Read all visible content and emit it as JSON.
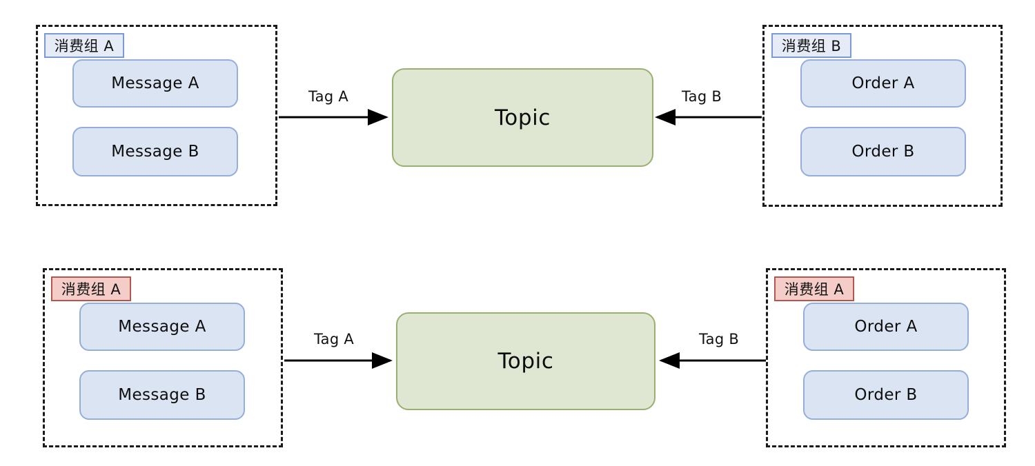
{
  "diagram": {
    "title": "RocketMQ consumer group and tag routing diagram",
    "colors": {
      "group_border": "#1a1a1a",
      "label_blue_fill": "#e6ecf7",
      "label_blue_border": "#7b9ad4",
      "label_pink_fill": "#f4cdc8",
      "label_pink_border": "#b45550",
      "item_fill": "#dbe4f3",
      "item_border": "#94aed9",
      "topic_fill": "#dfe7d3",
      "topic_border": "#98b06f",
      "arrow": "#000000"
    },
    "rows": [
      {
        "id": "row-top",
        "left_group": {
          "label": "消费组 A",
          "label_style": "blue",
          "items": [
            "Message A",
            "Message B"
          ]
        },
        "left_arrow": {
          "label": "Tag A",
          "direction": "right"
        },
        "topic": {
          "label": "Topic"
        },
        "right_arrow": {
          "label": "Tag B",
          "direction": "left"
        },
        "right_group": {
          "label": "消费组 B",
          "label_style": "blue",
          "items": [
            "Order A",
            "Order B"
          ]
        }
      },
      {
        "id": "row-bottom",
        "left_group": {
          "label": "消费组 A",
          "label_style": "pink",
          "items": [
            "Message A",
            "Message B"
          ]
        },
        "left_arrow": {
          "label": "Tag A",
          "direction": "right"
        },
        "topic": {
          "label": "Topic"
        },
        "right_arrow": {
          "label": "Tag B",
          "direction": "left"
        },
        "right_group": {
          "label": "消费组 A",
          "label_style": "pink",
          "items": [
            "Order A",
            "Order B"
          ]
        }
      }
    ]
  }
}
